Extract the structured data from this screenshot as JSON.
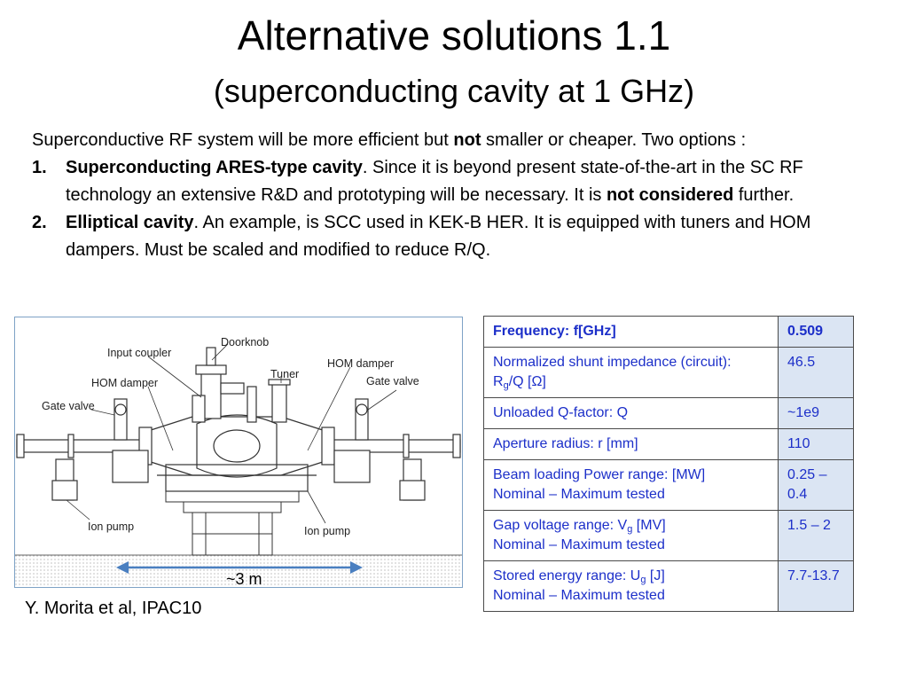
{
  "title": "Alternative solutions 1.1",
  "subtitle": "(superconducting cavity at 1 GHz)",
  "intro": {
    "part1": "Superconductive RF system will be more efficient but ",
    "bold": "not",
    "part2": " smaller or cheaper. Two options :"
  },
  "list": [
    {
      "num": "1.",
      "bold": "Superconducting ARES-type cavity",
      "text1": ". Since it is beyond present state-of-the-art in the SC RF technology an extensive R&D and prototyping will be necessary. It is ",
      "bold2": "not considered",
      "text2": " further."
    },
    {
      "num": "2.",
      "bold": "Elliptical cavity",
      "text1": ". An example, is SCC used in KEK-B HER. It is equipped with tuners and HOM dampers. Must be scaled and modified to reduce R/Q."
    }
  ],
  "figure": {
    "labels": {
      "doorknob": "Doorknob",
      "input_coupler": "Input coupler",
      "hom_damper_right": "HOM damper",
      "tuner": "Tuner",
      "hom_damper_left": "HOM damper",
      "gate_valve_right": "Gate valve",
      "gate_valve_left": "Gate valve",
      "ion_pump_left": "Ion pump",
      "ion_pump_right": "Ion pump",
      "length": "~3 m"
    },
    "accent": "#4a7fc0"
  },
  "caption": "Y. Morita et al, IPAC10",
  "table": {
    "rows": [
      {
        "k1": "Frequency: f[GHz]",
        "v": "0.509"
      },
      {
        "k1": "Normalized shunt impedance (circuit):",
        "k2a": "R",
        "k2sub": "g",
        "k2b": "/Q [Ω]",
        "v": "46.5"
      },
      {
        "k1": "Unloaded Q-factor: Q",
        "v": "~1e9"
      },
      {
        "k1": "Aperture radius: r [mm]",
        "v": "110"
      },
      {
        "k1": "Beam loading Power range: [MW]",
        "k2": "Nominal – Maximum tested",
        "v": "0.25 – 0.4"
      },
      {
        "k1a": "Gap voltage range: V",
        "k1sub": "g",
        "k1b": " [MV]",
        "k2": "Nominal – Maximum tested",
        "v": "1.5 – 2"
      },
      {
        "k1a": "Stored energy range: U",
        "k1sub": "g",
        "k1b": " [J]",
        "k2": "Nominal – Maximum tested",
        "v": "7.7-13.7"
      }
    ]
  }
}
